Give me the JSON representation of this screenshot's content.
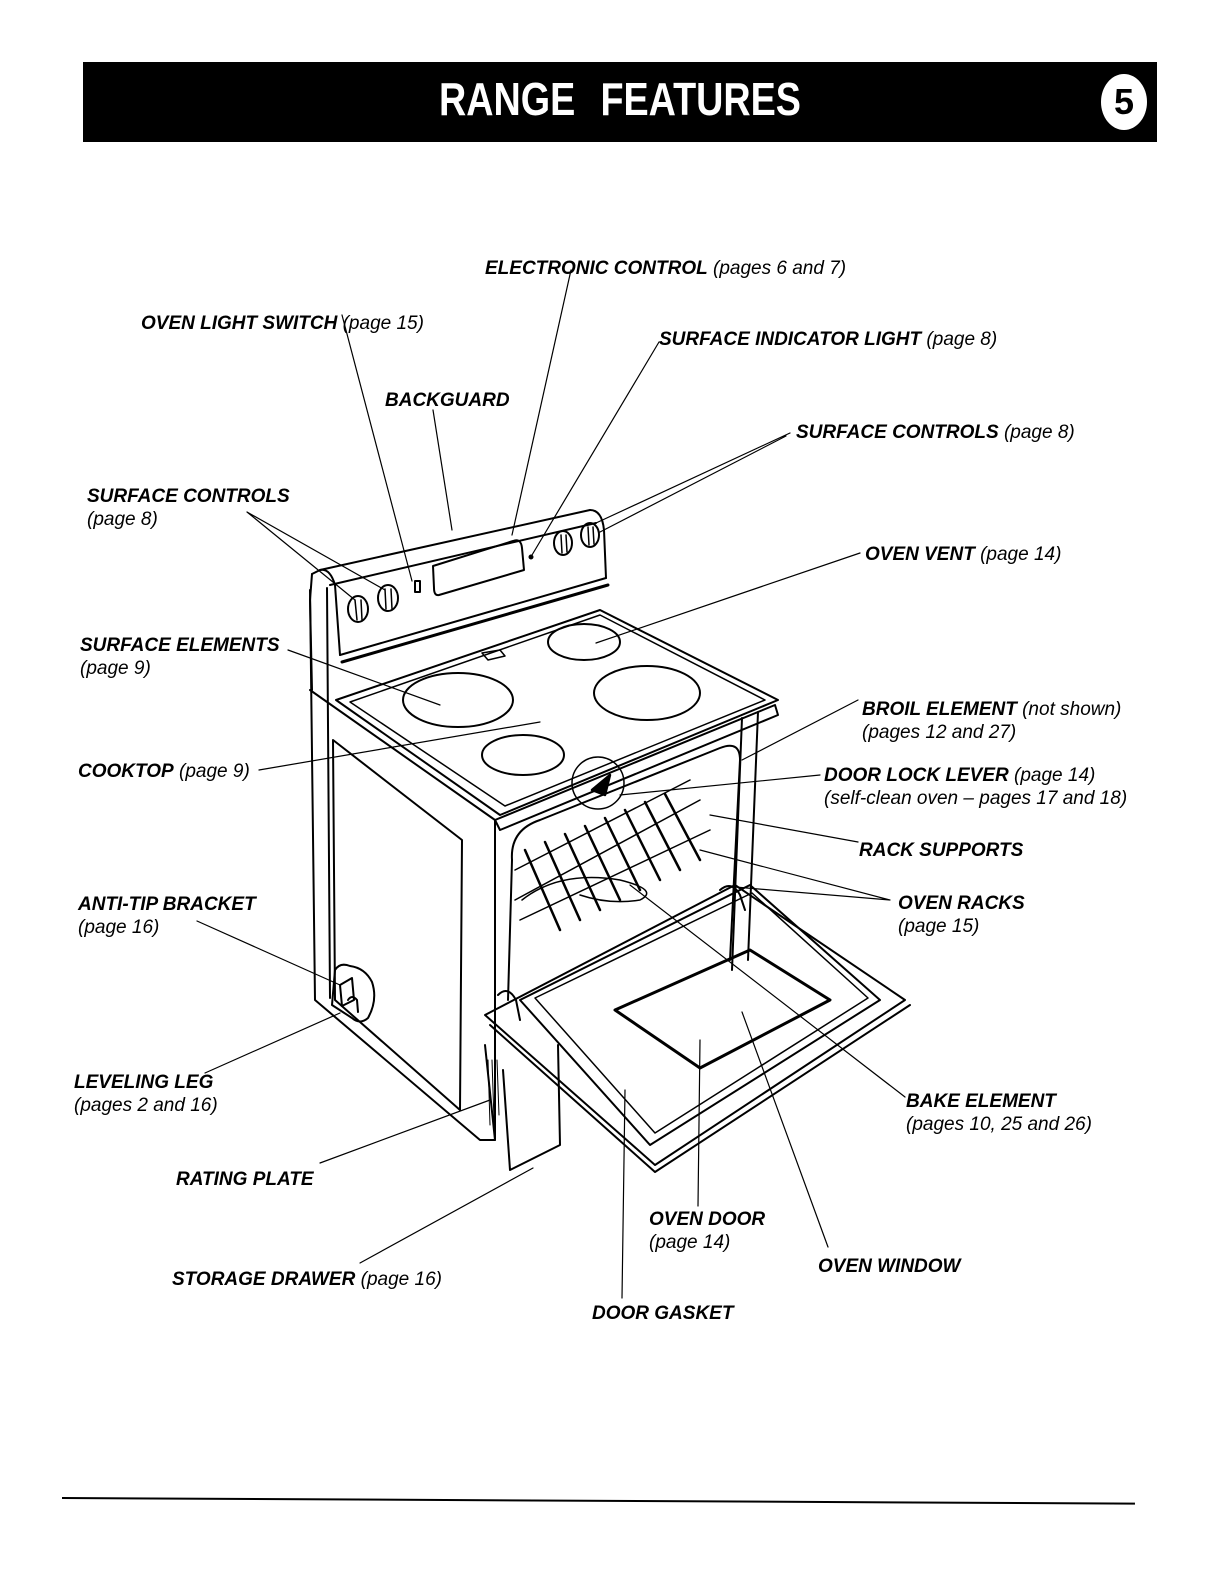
{
  "header": {
    "title": "RANGE   FEATURES",
    "page_number": "5"
  },
  "labels": {
    "electronic_control": {
      "name": "ELECTRONIC CONTROL",
      "ref": "(pages 6 and 7)"
    },
    "oven_light_switch": {
      "name": "OVEN LIGHT SWITCH",
      "ref": "(page 15)"
    },
    "surface_indicator_light": {
      "name": "SURFACE INDICATOR LIGHT",
      "ref": "(page 8)"
    },
    "backguard": {
      "name": "BACKGUARD"
    },
    "surface_controls_right": {
      "name": "SURFACE CONTROLS",
      "ref": "(page 8)"
    },
    "surface_controls_left": {
      "name": "SURFACE CONTROLS",
      "ref": "(page 8)"
    },
    "oven_vent": {
      "name": "OVEN VENT",
      "ref": "(page 14)"
    },
    "surface_elements": {
      "name": "SURFACE ELEMENTS",
      "ref": "(page 9)"
    },
    "broil_element": {
      "name": "BROIL ELEMENT",
      "note": "(not shown)",
      "ref": "(pages 12 and 27)"
    },
    "cooktop": {
      "name": "COOKTOP",
      "ref": "(page 9)"
    },
    "door_lock_lever": {
      "name": "DOOR LOCK LEVER",
      "ref": "(page 14)",
      "ref2": "(self-clean oven – pages 17 and 18)"
    },
    "rack_supports": {
      "name": "RACK SUPPORTS"
    },
    "anti_tip_bracket": {
      "name": "ANTI-TIP BRACKET",
      "ref": "(page 16)"
    },
    "oven_racks": {
      "name": "OVEN RACKS",
      "ref": "(page 15)"
    },
    "leveling_leg": {
      "name": "LEVELING LEG",
      "ref": "(pages 2 and 16)"
    },
    "bake_element": {
      "name": "BAKE ELEMENT",
      "ref": "(pages 10, 25 and 26)"
    },
    "rating_plate": {
      "name": "RATING PLATE"
    },
    "oven_door": {
      "name": "OVEN DOOR",
      "ref": "(page 14)"
    },
    "oven_window": {
      "name": "OVEN WINDOW"
    },
    "storage_drawer": {
      "name": "STORAGE DRAWER",
      "ref": "(page 16)"
    },
    "door_gasket": {
      "name": "DOOR GASKET"
    }
  }
}
